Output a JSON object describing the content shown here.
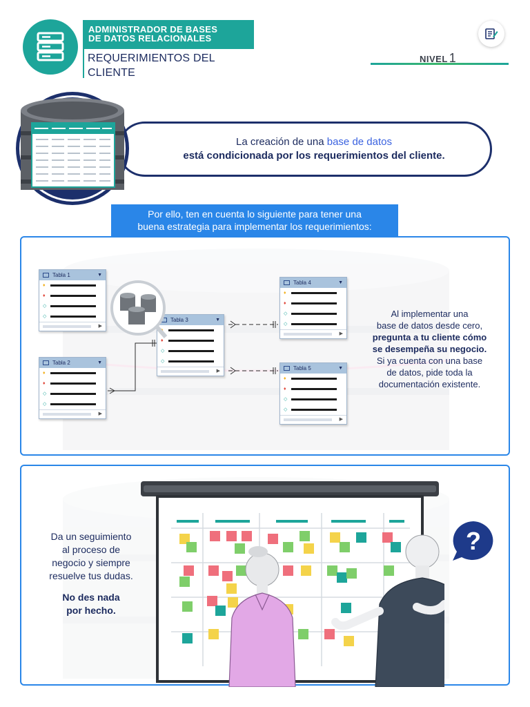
{
  "header": {
    "course_line1": "ADMINISTRADOR DE BASES",
    "course_line2": "DE DATOS RELACIONALES",
    "subtitle_line1": "REQUERIMIENTOS DEL",
    "subtitle_line2": "CLIENTE",
    "level_label": "NIVEL",
    "level_number": "1",
    "logo_icon": "server-icon",
    "edit_icon": "edit-notes-icon"
  },
  "intro": {
    "text_before": "La creación de una ",
    "text_highlight": "base de datos",
    "text_bold": "está condicionada por los requerimientos del cliente."
  },
  "tip": {
    "line1": "Por ello, ten en cuenta lo siguiente para tener una",
    "line2": "buena estrategia para implementar los requerimientos:"
  },
  "tables": {
    "t1": "Tabla 1",
    "t2": "Tabla 2",
    "t3": "Tabla 3",
    "t4": "Tabla 4",
    "t5": "Tabla 5"
  },
  "section1": {
    "line1": "Al implementar una",
    "line2": "base de datos desde cero,",
    "bold1": "pregunta a tu cliente cómo",
    "bold2": "se desempeña su negocio.",
    "line3": "Si ya cuenta con una base",
    "line4": "de datos, pide toda la",
    "line5": "documentación existente."
  },
  "section2": {
    "line1": "Da un seguimiento",
    "line2": "al proceso de",
    "line3": "negocio y siempre",
    "line4": "resuelve tus dudas.",
    "bold1": "No des nada",
    "bold2": "por hecho.",
    "question_mark": "?"
  },
  "colors": {
    "teal": "#1da59a",
    "blue": "#2a86e8",
    "navy": "#1c2f6b",
    "highlight": "#3a62e0"
  }
}
